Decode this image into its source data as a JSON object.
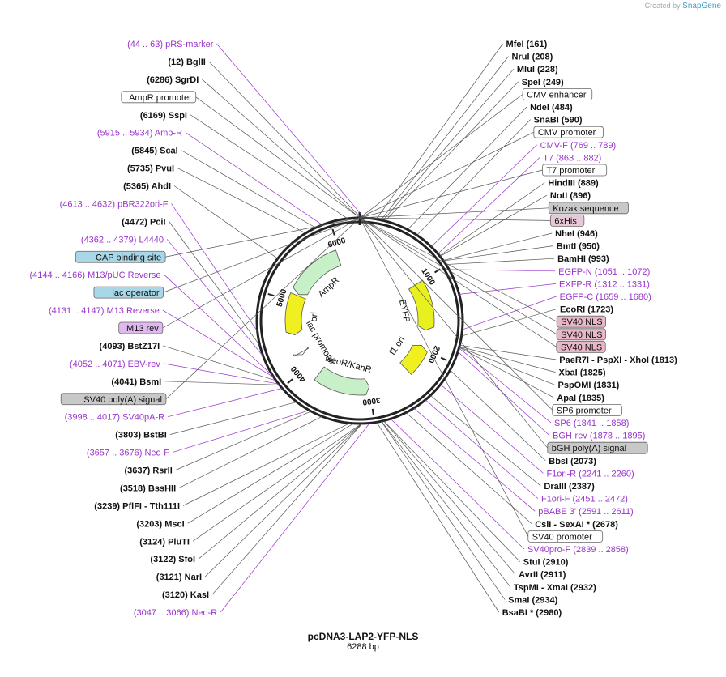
{
  "header": {
    "created_by": "Created by",
    "brand": "SnapGene"
  },
  "plasmid": {
    "name": "pcDNA3-LAP2-YFP-NLS",
    "size_label": "6288 bp",
    "length": 6288
  },
  "colors": {
    "primer": "#9933cc",
    "enzyme": "#111111"
  },
  "ticks": [
    "1000",
    "2000",
    "3000",
    "4000",
    "5000",
    "6000"
  ],
  "labels": [
    {
      "id": "MfeI",
      "text": "MfeI",
      "pos": "(161)",
      "kind": "enzyme"
    },
    {
      "id": "NruI",
      "text": "NruI",
      "pos": "(208)",
      "kind": "enzyme"
    },
    {
      "id": "MluI",
      "text": "MluI",
      "pos": "(228)",
      "kind": "enzyme"
    },
    {
      "id": "SpeI",
      "text": "SpeI",
      "pos": "(249)",
      "kind": "enzyme"
    },
    {
      "id": "CMVenh",
      "text": "CMV enhancer",
      "kind": "feature",
      "color": "#ffffff"
    },
    {
      "id": "NdeI",
      "text": "NdeI",
      "pos": "(484)",
      "kind": "enzyme"
    },
    {
      "id": "SnaBI",
      "text": "SnaBI",
      "pos": "(590)",
      "kind": "enzyme"
    },
    {
      "id": "CMVprom",
      "text": "CMV promoter",
      "kind": "feature",
      "color": "#ffffff"
    },
    {
      "id": "CMVF",
      "text": "CMV-F",
      "pos": "(769 .. 789)",
      "kind": "primer"
    },
    {
      "id": "T7",
      "text": "T7",
      "pos": "(863 .. 882)",
      "kind": "primer"
    },
    {
      "id": "T7prom",
      "text": "T7 promoter",
      "kind": "feature",
      "color": "#ffffff"
    },
    {
      "id": "HindIII",
      "text": "HindIII",
      "pos": "(889)",
      "kind": "enzyme"
    },
    {
      "id": "NotI",
      "text": "NotI",
      "pos": "(896)",
      "kind": "enzyme"
    },
    {
      "id": "Kozak",
      "text": "Kozak sequence",
      "kind": "feature",
      "color": "#c8c8c8"
    },
    {
      "id": "His6",
      "text": "6xHis",
      "kind": "feature",
      "color": "#e8c8d8"
    },
    {
      "id": "NheI",
      "text": "NheI",
      "pos": "(946)",
      "kind": "enzyme"
    },
    {
      "id": "BmtI",
      "text": "BmtI",
      "pos": "(950)",
      "kind": "enzyme"
    },
    {
      "id": "BamHI",
      "text": "BamHI",
      "pos": "(993)",
      "kind": "enzyme"
    },
    {
      "id": "EGFPN",
      "text": "EGFP-N",
      "pos": "(1051 .. 1072)",
      "kind": "primer"
    },
    {
      "id": "EXFPR",
      "text": "EXFP-R",
      "pos": "(1312 .. 1331)",
      "kind": "primer"
    },
    {
      "id": "EGFPC",
      "text": "EGFP-C",
      "pos": "(1659 .. 1680)",
      "kind": "primer"
    },
    {
      "id": "EcoRI",
      "text": "EcoRI",
      "pos": "(1723)",
      "kind": "enzyme"
    },
    {
      "id": "SV40NLS1",
      "text": "SV40 NLS",
      "kind": "feature",
      "color": "#e8b8c8"
    },
    {
      "id": "SV40NLS2",
      "text": "SV40 NLS",
      "kind": "feature",
      "color": "#e8b8c8"
    },
    {
      "id": "SV40NLS3",
      "text": "SV40 NLS",
      "kind": "feature",
      "color": "#e8b8c8"
    },
    {
      "id": "PaeR7I",
      "text": "PaeR7I - PspXI - XhoI",
      "pos": "(1813)",
      "kind": "enzyme"
    },
    {
      "id": "XbaI",
      "text": "XbaI",
      "pos": "(1825)",
      "kind": "enzyme"
    },
    {
      "id": "PspOMI",
      "text": "PspOMI",
      "pos": "(1831)",
      "kind": "enzyme"
    },
    {
      "id": "ApaI",
      "text": "ApaI",
      "pos": "(1835)",
      "kind": "enzyme"
    },
    {
      "id": "SP6prom",
      "text": "SP6 promoter",
      "kind": "feature",
      "color": "#ffffff"
    },
    {
      "id": "SP6",
      "text": "SP6",
      "pos": "(1841 .. 1858)",
      "kind": "primer"
    },
    {
      "id": "BGHrev",
      "text": "BGH-rev",
      "pos": "(1878 .. 1895)",
      "kind": "primer"
    },
    {
      "id": "bGHpA",
      "text": "bGH poly(A) signal",
      "kind": "feature",
      "color": "#c8c8c8"
    },
    {
      "id": "BbsI",
      "text": "BbsI",
      "pos": "(2073)",
      "kind": "enzyme"
    },
    {
      "id": "F1oriR",
      "text": "F1ori-R",
      "pos": "(2241 .. 2260)",
      "kind": "primer"
    },
    {
      "id": "DraIII",
      "text": "DraIII",
      "pos": "(2387)",
      "kind": "enzyme"
    },
    {
      "id": "F1oriF",
      "text": "F1ori-F",
      "pos": "(2451 .. 2472)",
      "kind": "primer"
    },
    {
      "id": "pBABE3",
      "text": "pBABE 3'",
      "pos": "(2591 .. 2611)",
      "kind": "primer"
    },
    {
      "id": "CsiI",
      "text": "CsiI - SexAI *",
      "pos": "(2678)",
      "kind": "enzyme"
    },
    {
      "id": "SV40prom",
      "text": "SV40 promoter",
      "kind": "feature",
      "color": "#ffffff"
    },
    {
      "id": "SV40proF",
      "text": "SV40pro-F",
      "pos": "(2839 .. 2858)",
      "kind": "primer"
    },
    {
      "id": "StuI",
      "text": "StuI",
      "pos": "(2910)",
      "kind": "enzyme"
    },
    {
      "id": "AvrII",
      "text": "AvrII",
      "pos": "(2911)",
      "kind": "enzyme"
    },
    {
      "id": "TspMI",
      "text": "TspMI - XmaI",
      "pos": "(2932)",
      "kind": "enzyme"
    },
    {
      "id": "SmaI",
      "text": "SmaI",
      "pos": "(2934)",
      "kind": "enzyme"
    },
    {
      "id": "BsaBI",
      "text": "BsaBI *",
      "pos": "(2980)",
      "kind": "enzyme"
    },
    {
      "id": "NeoR",
      "text": "Neo-R",
      "pos": "(3047 .. 3066)",
      "kind": "primer"
    },
    {
      "id": "KasI",
      "text": "KasI",
      "pos": "(3120)",
      "kind": "enzyme"
    },
    {
      "id": "NarI",
      "text": "NarI",
      "pos": "(3121)",
      "kind": "enzyme"
    },
    {
      "id": "SfoI",
      "text": "SfoI",
      "pos": "(3122)",
      "kind": "enzyme"
    },
    {
      "id": "PluTI",
      "text": "PluTI",
      "pos": "(3124)",
      "kind": "enzyme"
    },
    {
      "id": "MscI",
      "text": "MscI",
      "pos": "(3203)",
      "kind": "enzyme"
    },
    {
      "id": "PflFI",
      "text": "PflFI - Tth111I",
      "pos": "(3239)",
      "kind": "enzyme"
    },
    {
      "id": "BssHII",
      "text": "BssHII",
      "pos": "(3518)",
      "kind": "enzyme"
    },
    {
      "id": "RsrII",
      "text": "RsrII",
      "pos": "(3637)",
      "kind": "enzyme"
    },
    {
      "id": "NeoF",
      "text": "Neo-F",
      "pos": "(3657 .. 3676)",
      "kind": "primer"
    },
    {
      "id": "BstBI",
      "text": "BstBI",
      "pos": "(3803)",
      "kind": "enzyme"
    },
    {
      "id": "SV40pAR",
      "text": "SV40pA-R",
      "pos": "(3998 .. 4017)",
      "kind": "primer"
    },
    {
      "id": "SV40pA",
      "text": "SV40 poly(A) signal",
      "kind": "feature",
      "color": "#c8c8c8"
    },
    {
      "id": "BsmI",
      "text": "BsmI",
      "pos": "(4041)",
      "kind": "enzyme"
    },
    {
      "id": "EBVrev",
      "text": "EBV-rev",
      "pos": "(4052 .. 4071)",
      "kind": "primer"
    },
    {
      "id": "BstZ17I",
      "text": "BstZ17I",
      "pos": "(4093)",
      "kind": "enzyme"
    },
    {
      "id": "M13revF",
      "text": "M13 rev",
      "kind": "feature",
      "color": "#e0b8f0"
    },
    {
      "id": "M13Rev",
      "text": "M13 Reverse",
      "pos": "(4131 .. 4147)",
      "kind": "primer"
    },
    {
      "id": "lacop",
      "text": "lac operator",
      "kind": "feature",
      "color": "#a8d8e8"
    },
    {
      "id": "M13pUC",
      "text": "M13/pUC Reverse",
      "pos": "(4144 .. 4166)",
      "kind": "primer"
    },
    {
      "id": "CAP",
      "text": "CAP binding site",
      "kind": "feature",
      "color": "#a8d8e8"
    },
    {
      "id": "L4440",
      "text": "L4440",
      "pos": "(4362 .. 4379)",
      "kind": "primer"
    },
    {
      "id": "PciI",
      "text": "PciI",
      "pos": "(4472)",
      "kind": "enzyme"
    },
    {
      "id": "pBR322",
      "text": "pBR322ori-F",
      "pos": "(4613 .. 4632)",
      "kind": "primer"
    },
    {
      "id": "AhdI",
      "text": "AhdI",
      "pos": "(5365)",
      "kind": "enzyme"
    },
    {
      "id": "PvuI",
      "text": "PvuI",
      "pos": "(5735)",
      "kind": "enzyme"
    },
    {
      "id": "ScaI",
      "text": "ScaI",
      "pos": "(5845)",
      "kind": "enzyme"
    },
    {
      "id": "AmpR",
      "text": "Amp-R",
      "pos": "(5915 .. 5934)",
      "kind": "primer"
    },
    {
      "id": "SspI",
      "text": "SspI",
      "pos": "(6169)",
      "kind": "enzyme"
    },
    {
      "id": "AmpRprom",
      "text": "AmpR promoter",
      "kind": "feature",
      "color": "#ffffff"
    },
    {
      "id": "SgrDI",
      "text": "SgrDI",
      "pos": "(6286)",
      "kind": "enzyme"
    },
    {
      "id": "BglII",
      "text": "BglII",
      "pos": "(12)",
      "kind": "enzyme"
    },
    {
      "id": "pRS",
      "text": "pRS-marker",
      "pos": "(44 .. 63)",
      "kind": "primer"
    }
  ],
  "features": [
    {
      "name": "EYFP",
      "start": 1000,
      "end": 1717,
      "color": "#e8f020",
      "dir": 1
    },
    {
      "name": "f1 ori",
      "start": 1950,
      "end": 2380,
      "color": "#f0f020",
      "dir": -1
    },
    {
      "name": "NeoR/KanR",
      "start": 3000,
      "end": 3800,
      "color": "#c8f0c8",
      "dir": -1
    },
    {
      "name": "ori",
      "start": 4500,
      "end": 5100,
      "color": "#f0f020",
      "dir": -1
    },
    {
      "name": "AmpR",
      "start": 5120,
      "end": 5960,
      "color": "#c8f0c8",
      "dir": -1
    },
    {
      "name": "lac promoter",
      "start": 4180,
      "end": 4220,
      "color": "#ffffff",
      "dir": -1
    }
  ]
}
